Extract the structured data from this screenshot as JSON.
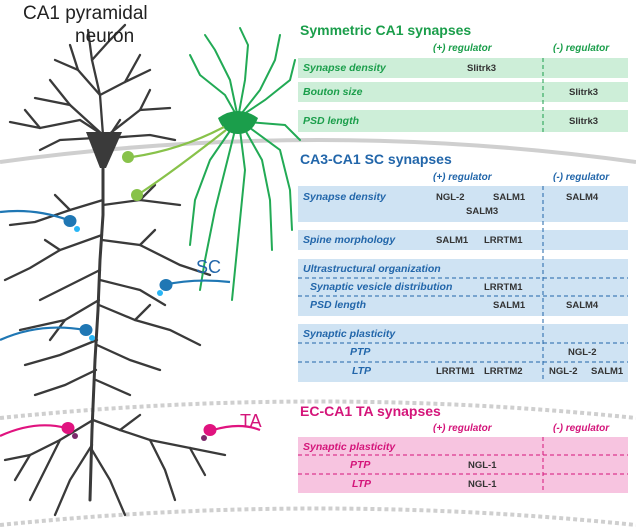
{
  "neuron": {
    "title_line1": "CA1 pyramidal",
    "title_line2": "neuron"
  },
  "pathway_labels": {
    "sc": "SC",
    "ta": "TA"
  },
  "colors": {
    "green": "#1b9e4b",
    "blue": "#2266aa",
    "pink": "#d4157a",
    "green_fill": "#cdeed8",
    "blue_fill": "#cfe3f3",
    "pink_fill": "#f7c4e0",
    "pyramidal": "#3a3a3a"
  },
  "symmetric": {
    "title": "Symmetric CA1 synapses",
    "pos_header": "(+) regulator",
    "neg_header": "(-) regulator",
    "rows": [
      {
        "label": "Synapse density",
        "pos": "Slitrk3",
        "neg": ""
      },
      {
        "label": "Bouton size",
        "pos": "",
        "neg": "Slitrk3"
      },
      {
        "label": "PSD length",
        "pos": "",
        "neg": "Slitrk3"
      }
    ]
  },
  "sc_table": {
    "title": "CA3-CA1 SC synapses",
    "pos_header": "(+) regulator",
    "neg_header": "(-) regulator",
    "synapse_density": {
      "label": "Synapse density",
      "pos_a": "NGL-2",
      "pos_b": "SALM1",
      "pos_c": "SALM3",
      "neg": "SALM4"
    },
    "spine_morphology": {
      "label": "Spine morphology",
      "pos_a": "SALM1",
      "pos_b": "LRRTM1",
      "neg": ""
    },
    "ultrastructural": {
      "label": "Ultrastructural organization",
      "vesicle": {
        "label": "Synaptic vesicle distribution",
        "pos": "LRRTM1",
        "neg": ""
      },
      "psd": {
        "label": "PSD length",
        "pos": "SALM1",
        "neg": "SALM4"
      }
    },
    "plasticity": {
      "label": "Synaptic plasticity",
      "ptp": {
        "label": "PTP",
        "pos": "",
        "neg": "NGL-2"
      },
      "ltp": {
        "label": "LTP",
        "pos_a": "LRRTM1",
        "pos_b": "LRRTM2",
        "neg_a": "NGL-2",
        "neg_b": "SALM1"
      }
    }
  },
  "ta_table": {
    "title": "EC-CA1 TA synapses",
    "pos_header": "(+) regulator",
    "neg_header": "(-) regulator",
    "plasticity": {
      "label": "Synaptic plasticity",
      "ptp": {
        "label": "PTP",
        "pos": "NGL-1",
        "neg": ""
      },
      "ltp": {
        "label": "LTP",
        "pos": "NGL-1",
        "neg": ""
      }
    }
  }
}
